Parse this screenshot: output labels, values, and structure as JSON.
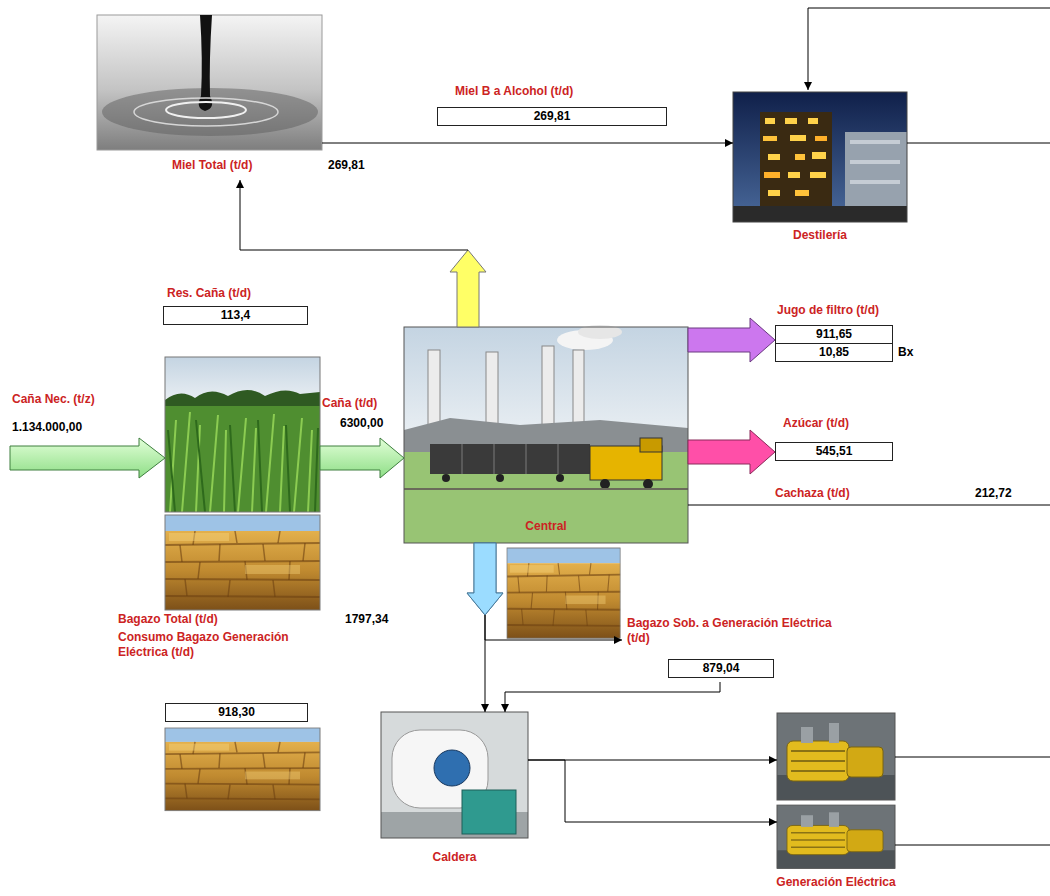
{
  "diagram": {
    "nodes": [
      {
        "text": [
          "Miel Total (t/d)",
          "269,81"
        ]
      },
      {
        "text": [
          "Destilería"
        ]
      },
      {
        "text": [
          "Res. Caña (t/d)",
          "113,4"
        ]
      },
      {
        "text": [
          "Central"
        ]
      },
      {
        "text": [
          "Jugo de filtro (t/d)",
          "911,65",
          "10,85",
          "Bx"
        ]
      },
      {
        "text": [
          "Azúcar (t/d)",
          "545,51"
        ]
      },
      {
        "text": [
          "Bagazo Total (t/d)",
          "1797,34"
        ]
      },
      {
        "text": [
          "Consumo Bagazo Generación Eléctrica (t/d)",
          "918,30"
        ]
      },
      {
        "text": [
          "Bagazo Sob. a Generación Eléctrica (t/d)",
          "879,04"
        ]
      },
      {
        "text": [
          "Caldera"
        ]
      },
      {
        "text": [
          "Generación Eléctrica"
        ]
      }
    ],
    "edges": [
      {
        "from": 2,
        "to": 3,
        "arrow": "to",
        "label": "Caña (t/d)"
      },
      {
        "from": 3,
        "to": 0,
        "arrow": "to"
      },
      {
        "from": 0,
        "to": 1,
        "arrow": "to",
        "label": "Miel B a Alcohol (t/d)"
      },
      {
        "from": 3,
        "to": 4,
        "arrow": "to"
      },
      {
        "from": 3,
        "to": 5,
        "arrow": "to"
      },
      {
        "from": 3,
        "to": 9,
        "arrow": "to"
      },
      {
        "from": 3,
        "to": 8,
        "arrow": "to"
      },
      {
        "from": 8,
        "to": 9,
        "arrow": "to"
      },
      {
        "from": 9,
        "to": 10,
        "arrow": "to"
      },
      {
        "from": 9,
        "to": 10,
        "arrow": "to"
      }
    ],
    "labels": [
      "Caña Nec. (t/z)",
      "1.134.000,00",
      "6300,00",
      "269,81",
      "Cachaza (t/d)",
      "212,72"
    ]
  }
}
